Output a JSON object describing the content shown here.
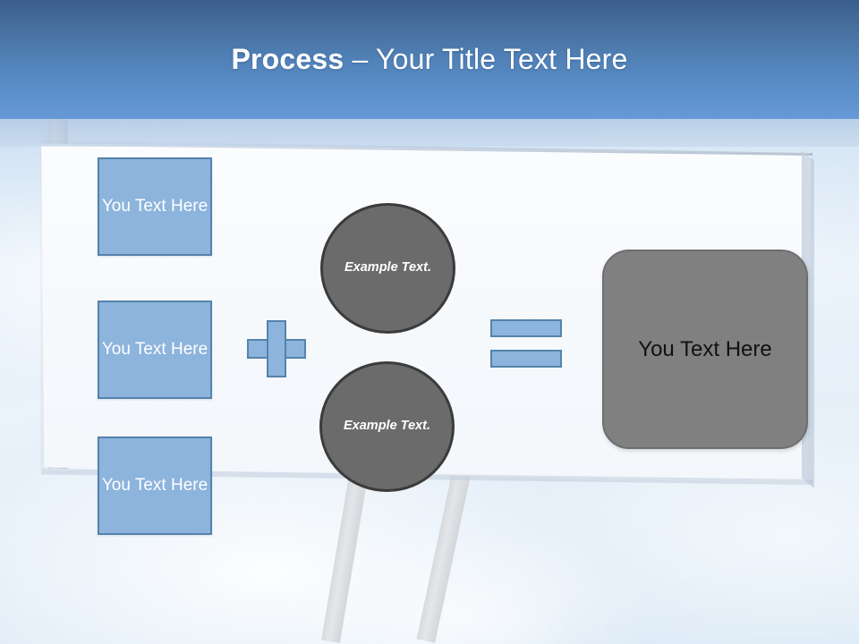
{
  "header": {
    "title_bold": "Process",
    "title_rest": " – Your Title Text Here",
    "bg_gradient_top": "#3A5D8C",
    "bg_gradient_bottom": "#6699D6",
    "text_color": "#FFFFFF"
  },
  "theme": {
    "blue_fill": "#8CB4DC",
    "blue_border": "#5483AB",
    "gray_circle_fill": "#6B6B6B",
    "gray_circle_border": "#3B3B3B",
    "gray_box_fill": "#808080",
    "panel_fill": "#F7FAFD",
    "sky_fill": "#DCEAF7"
  },
  "diagram": {
    "inputs": [
      {
        "label": "You Text Here"
      },
      {
        "label": "You Text Here"
      },
      {
        "label": "You Text Here"
      }
    ],
    "operator_plus": "+",
    "circles": [
      {
        "label": "Example Text."
      },
      {
        "label": "Example Text."
      }
    ],
    "operator_equals": "=",
    "result": {
      "label": "You Text Here"
    }
  },
  "background": {
    "scene": "billboard-against-sky",
    "post_label": "billboard-post",
    "leg_labels": [
      "billboard-leg-left",
      "billboard-leg-right"
    ]
  }
}
